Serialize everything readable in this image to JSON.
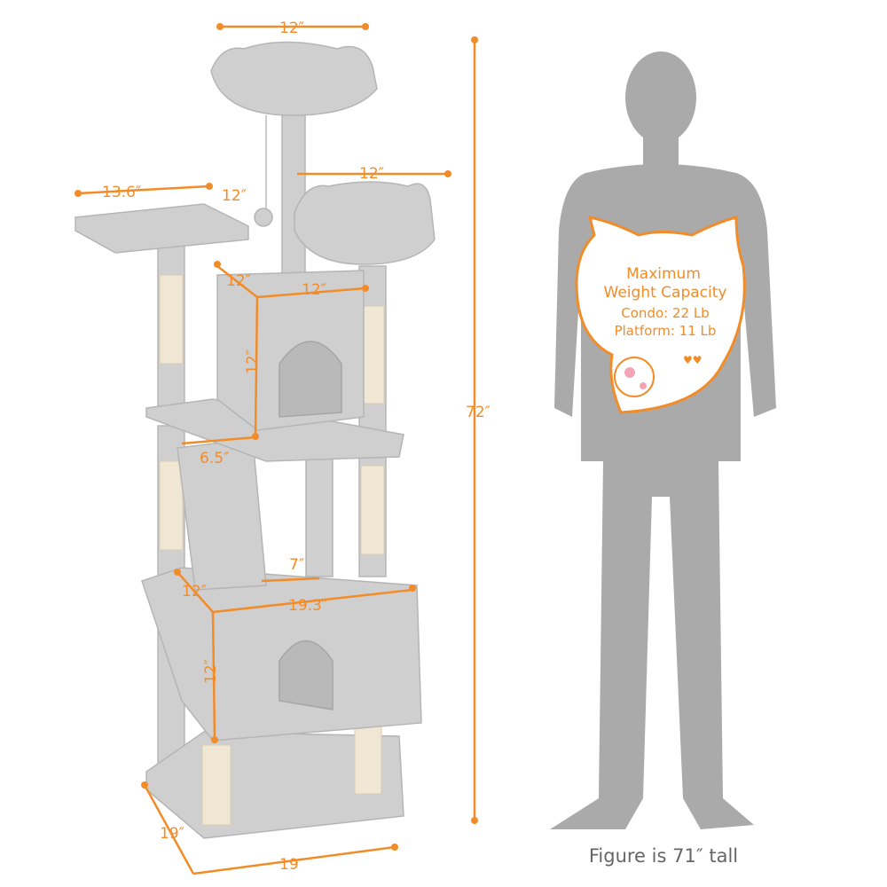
{
  "dimensions": {
    "top_perch_width": "12″",
    "perch_arm": "12″",
    "platform_width": "13.6″",
    "platform_depth": "12″",
    "upper_condo_depth": "12″",
    "upper_condo_width": "12″",
    "upper_condo_height": "12″",
    "ramp_width": "6.5″",
    "hole": "7″",
    "lower_condo_depth": "12″",
    "lower_condo_width": "19.3″",
    "lower_condo_height": "12″",
    "base_depth": "19″",
    "base_width": "19″",
    "total_height": "72″"
  },
  "capacity": {
    "title_line1": "Maximum",
    "title_line2": "Weight Capacity",
    "condo": "Condo: 22 Lb",
    "platform": "Platform: 11 Lb"
  },
  "caption": "Figure is 71″ tall",
  "colors": {
    "accent": "#f28c28",
    "figure": "#aaaaaa",
    "fur": "#cfcfcf"
  }
}
